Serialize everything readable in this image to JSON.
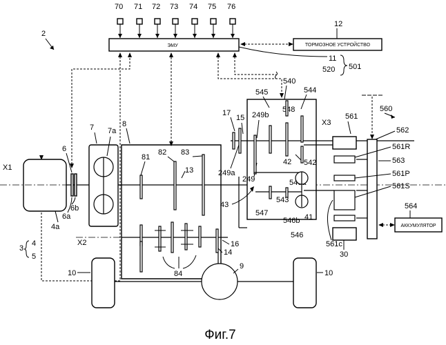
{
  "figure_number": "2",
  "caption": "Фиг.7",
  "sensors": [
    "70",
    "71",
    "72",
    "73",
    "74",
    "75",
    "76"
  ],
  "ecu": {
    "label": "ЭМУ",
    "ref": "11",
    "ref_520": "520",
    "ref_501": "501"
  },
  "brake": {
    "label": "ТОРМОЗНОЕ УСТРОЙСТВО",
    "ref": "12"
  },
  "battery": {
    "label": "АККУМУЛЯТОР",
    "ref": "564"
  },
  "axes": {
    "x1": "X1",
    "x2": "X2",
    "x3": "X3"
  },
  "engine_refs": {
    "r4": "4",
    "r5": "5",
    "r3": "3",
    "r4a": "4a",
    "r6": "6",
    "r6a": "6a",
    "r6b": "6b"
  },
  "clutch_refs": {
    "r7": "7",
    "r7a": "7a"
  },
  "transmission_refs": {
    "r8": "8",
    "r81": "81",
    "r82": "82",
    "r83": "83",
    "r13": "13",
    "r84": "84",
    "r14": "14",
    "r16": "16",
    "r9": "9",
    "r10a": "10",
    "r10b": "10"
  },
  "unit_540": {
    "r540": "540",
    "r545": "545",
    "r544": "544",
    "r548": "548",
    "r249b": "249b",
    "r542": "542",
    "r42": "42",
    "r546a": "546a",
    "r543": "543",
    "r547": "547",
    "r546b": "546b",
    "r41": "41",
    "r546": "546",
    "r249": "249",
    "r249a": "249a",
    "r43": "43",
    "r17": "17",
    "r15": "15"
  },
  "unit_560": {
    "r560": "560",
    "r561": "561",
    "r562": "562",
    "r561R": "561R",
    "r563": "563",
    "r561P": "561P",
    "r561S": "561S",
    "r561c": "561c",
    "r30": "30"
  }
}
